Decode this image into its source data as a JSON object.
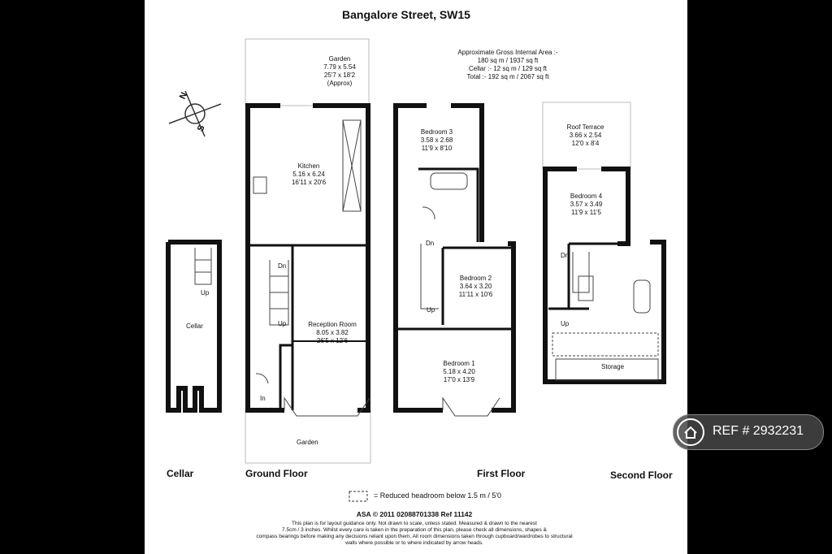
{
  "title": "Bangalore Street, SW15",
  "area": {
    "heading": "Approximate Gross Internal Area :-",
    "main": "180 sq m / 1937 sq ft",
    "cellar": "Cellar :- 12 sq m / 129 sq ft",
    "total": "Total :- 192 sq m / 2067 sq ft"
  },
  "rooms": {
    "garden_top": {
      "name": "Garden",
      "m": "7.79 x 5.54",
      "ft": "25'7 x 18'2",
      "note": "(Approx)"
    },
    "kitchen": {
      "name": "Kitchen",
      "m": "5.16 x 6.24",
      "ft": "16'11 x 20'6"
    },
    "reception": {
      "name": "Reception Room",
      "m": "8.05 x 3.82",
      "ft": "26'5 x 12'6"
    },
    "bedroom3": {
      "name": "Bedroom 3",
      "m": "3.58 x 2.68",
      "ft": "11'9 x 8'10"
    },
    "bedroom2": {
      "name": "Bedroom 2",
      "m": "3.64 x 3.20",
      "ft": "11'11 x 10'6"
    },
    "bedroom1": {
      "name": "Bedroom 1",
      "m": "5.18 x 4.20",
      "ft": "17'0 x 13'9"
    },
    "roof_terrace": {
      "name": "Roof Terrace",
      "m": "3.66 x 2.54",
      "ft": "12'0 x 8'4"
    },
    "bedroom4": {
      "name": "Bedroom 4",
      "m": "3.57 x 3.49",
      "ft": "11'9 x 11'5"
    },
    "cellar": {
      "name": "Cellar"
    },
    "storage": {
      "name": "Storage"
    },
    "garden_front": {
      "name": "Garden"
    }
  },
  "markers": {
    "up": "Up",
    "dn": "Dn",
    "in": "In",
    "compass_n": "N",
    "compass_s": "S"
  },
  "floors": {
    "cellar": "Cellar",
    "ground": "Ground Floor",
    "first": "First Floor",
    "second": "Second Floor"
  },
  "legend": "= Reduced headroom below 1.5 m / 5'0",
  "footer": {
    "credit": "ASA © 2011    02088701338    Ref    11142",
    "line1": "This plan is for layout guidance only. Not drawn to scale, unless stated. Measured & drawn to the nearest",
    "line2": "7.5cm / 3 inches. Whilst every care is taken in the preparation of this plan, please check all dimensions, shapes &",
    "line3": "compass bearings before making any decisions reliant upon them. All room dimensions taken through cupboard/wardrobes to structural",
    "line4": "walls where possible or to where indicated by arrow heads."
  },
  "ref_badge": "REF # 2932231"
}
